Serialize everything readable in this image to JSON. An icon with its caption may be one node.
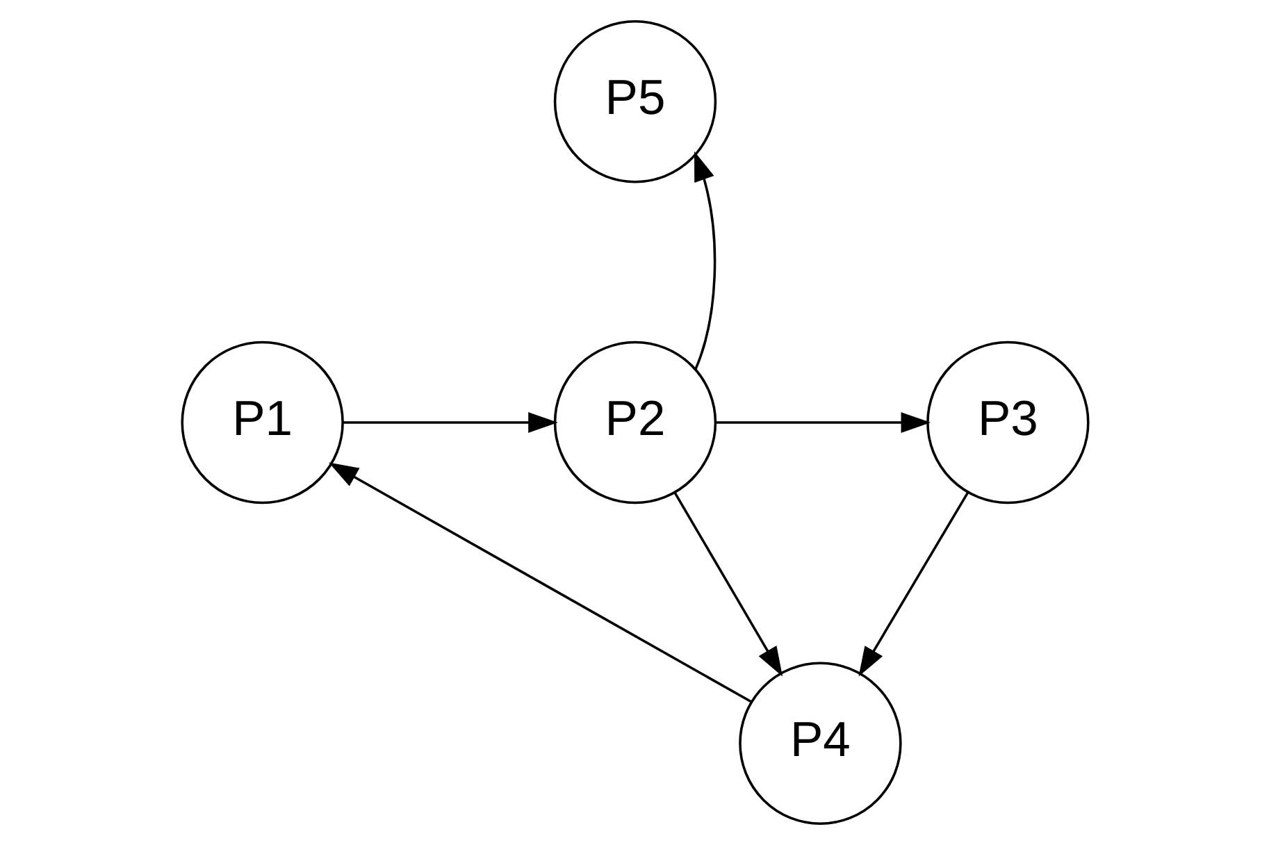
{
  "diagram": {
    "nodes": [
      {
        "text": [
          "P5"
        ]
      },
      {
        "text": [
          "P1"
        ]
      },
      {
        "text": [
          "P2"
        ]
      },
      {
        "text": [
          "P3"
        ]
      },
      {
        "text": [
          "P4"
        ]
      }
    ],
    "edges": [
      {
        "from": 1,
        "to": 2,
        "arrow": "to"
      },
      {
        "from": 2,
        "to": 0,
        "arrow": "to"
      },
      {
        "from": 2,
        "to": 3,
        "arrow": "to"
      },
      {
        "from": 2,
        "to": 4,
        "arrow": "to"
      },
      {
        "from": 3,
        "to": 4,
        "arrow": "to"
      },
      {
        "from": 4,
        "to": 1,
        "arrow": "to"
      }
    ]
  }
}
